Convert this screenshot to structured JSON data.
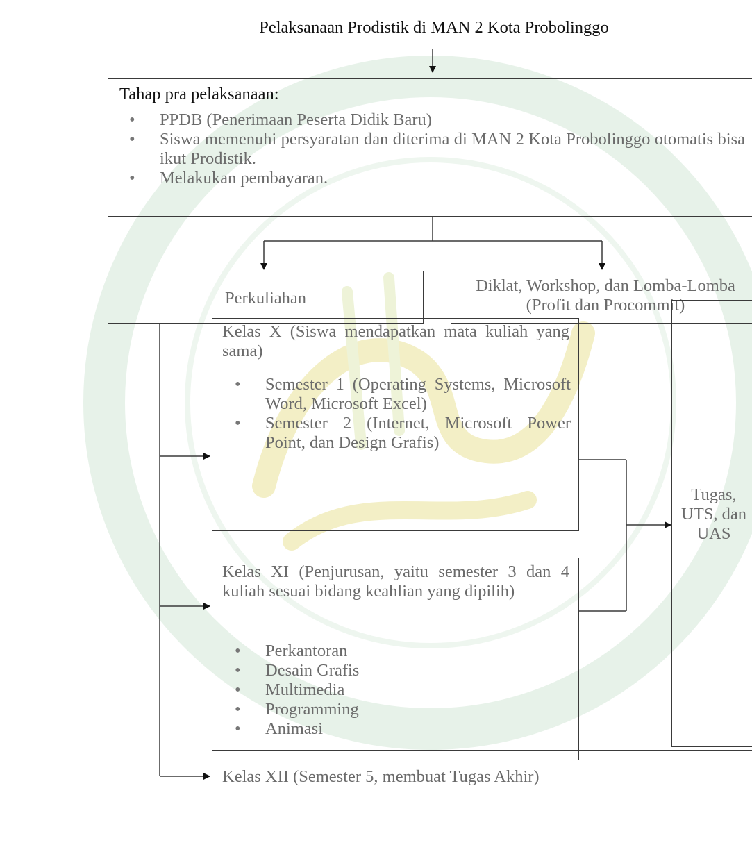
{
  "top_box": {
    "title": "Pelaksanaan Prodistik di MAN 2 Kota Probolinggo"
  },
  "pra": {
    "heading": "Tahap pra pelaksanaan:",
    "items": [
      "PPDB (Penerimaan Peserta Didik Baru)",
      "Siswa memenuhi persyaratan dan diterima di MAN 2 Kota Probolinggo otomatis bisa ikut Prodistik.",
      "Melakukan pembayaran."
    ]
  },
  "perkuliahan": {
    "label": "Perkuliahan"
  },
  "diklat": {
    "label": "Diklat, Workshop, dan Lomba-Lomba (Profit dan Procommit)"
  },
  "kelas_x": {
    "heading": "Kelas X (Siswa mendapatkan mata kuliah yang sama)",
    "items": [
      "Semester 1 (Operating Systems, Microsoft Word, Microsoft Excel)",
      "Semester 2 (Internet, Microsoft Power Point, dan Design Grafis)"
    ]
  },
  "kelas_xi": {
    "heading": "Kelas XI (Penjurusan, yaitu semester 3 dan 4 kuliah sesuai bidang keahlian yang dipilih)",
    "items": [
      "Perkantoran",
      "Desain Grafis",
      "Multimedia",
      "Programming",
      "Animasi"
    ]
  },
  "kelas_xii": {
    "label": "Kelas XII (Semester 5, membuat Tugas Akhir)"
  },
  "tugas": {
    "label": "Tugas, UTS, dan UAS"
  },
  "colors": {
    "border": "#3a3a3a",
    "text_dark": "#111111",
    "text_gray": "#6b6b6b",
    "watermark": "#e7f2e9",
    "watermark_gold": "#f3efc6"
  }
}
